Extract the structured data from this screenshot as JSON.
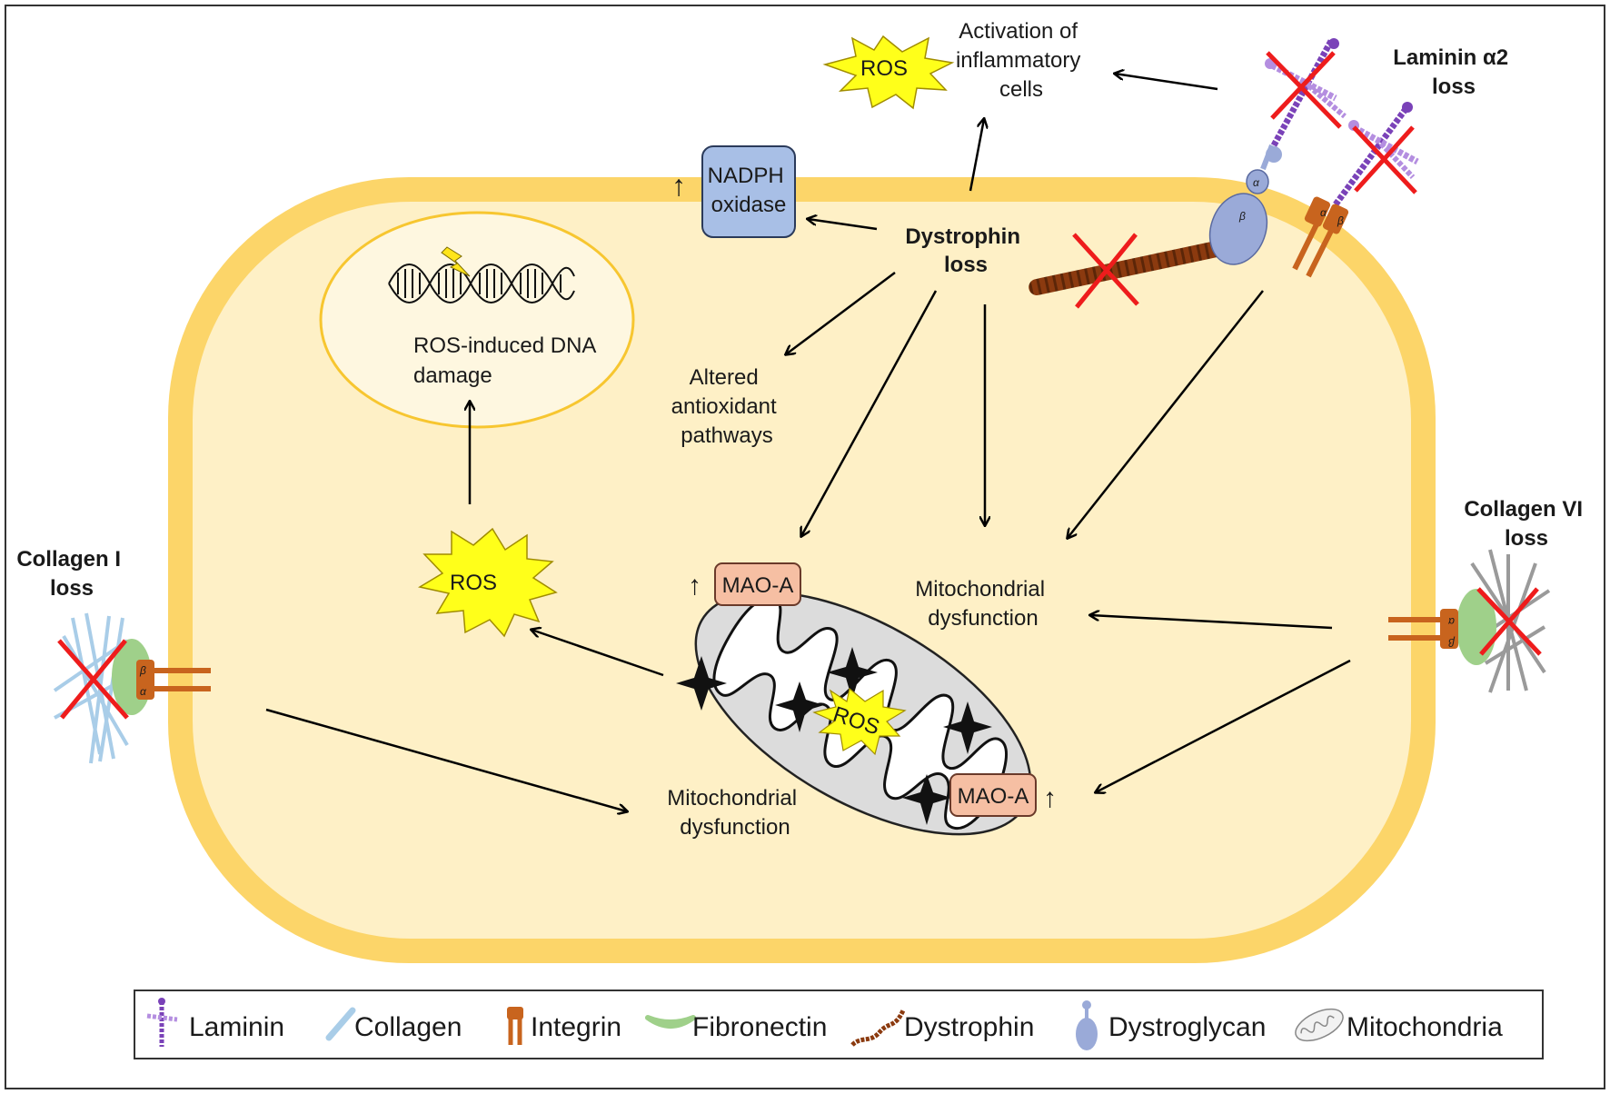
{
  "nodes": {
    "nadph": [
      "NADPH",
      "oxidase"
    ],
    "dystrophin_loss": [
      "Dystrophin",
      "loss"
    ],
    "laminin_loss": [
      "Laminin α2",
      "loss"
    ],
    "collagen1_loss": [
      "Collagen I",
      "loss"
    ],
    "collagen6_loss": [
      "Collagen VI",
      "loss"
    ],
    "activation": [
      "Activation of",
      "inflammatory",
      "cells"
    ],
    "altered": [
      "Altered",
      "antioxidant",
      "pathways"
    ],
    "mito_dys_1": [
      "Mitochondrial",
      "dysfunction"
    ],
    "mito_dys_2": [
      "Mitochondrial",
      "dysfunction"
    ],
    "dna_damage": [
      "ROS-induced DNA",
      "damage"
    ],
    "ros_top": "ROS",
    "ros_left": "ROS",
    "ros_mito": "ROS",
    "maoa_1": "MAO-A",
    "maoa_2": "MAO-A",
    "up": "↑",
    "alpha": "α",
    "beta": "β"
  },
  "legend": [
    {
      "icon": "laminin-icon",
      "label": "Laminin"
    },
    {
      "icon": "collagen-icon",
      "label": "Collagen"
    },
    {
      "icon": "integrin-icon",
      "label": "Integrin"
    },
    {
      "icon": "fibronectin-icon",
      "label": "Fibronectin"
    },
    {
      "icon": "dystrophin-icon",
      "label": "Dystrophin"
    },
    {
      "icon": "dystroglycan-icon",
      "label": "Dystroglycan"
    },
    {
      "icon": "mitochondria-icon",
      "label": "Mitochondria"
    }
  ],
  "colors": {
    "cell_membrane": "#fcd569",
    "cytoplasm": "#fef0c6",
    "ros_star": "#ffff1a",
    "nadph_box": "#a8bfe6",
    "maoa_box": "#f6bfa3",
    "red_x": "#ee1c1c",
    "dystrophin": "#8b3a0f",
    "integrin": "#c8641e",
    "laminin": "#7a42b8",
    "collagen": "#a9cde8",
    "fibronectin": "#9fd08a",
    "dystroglycan": "#9aaad8"
  }
}
